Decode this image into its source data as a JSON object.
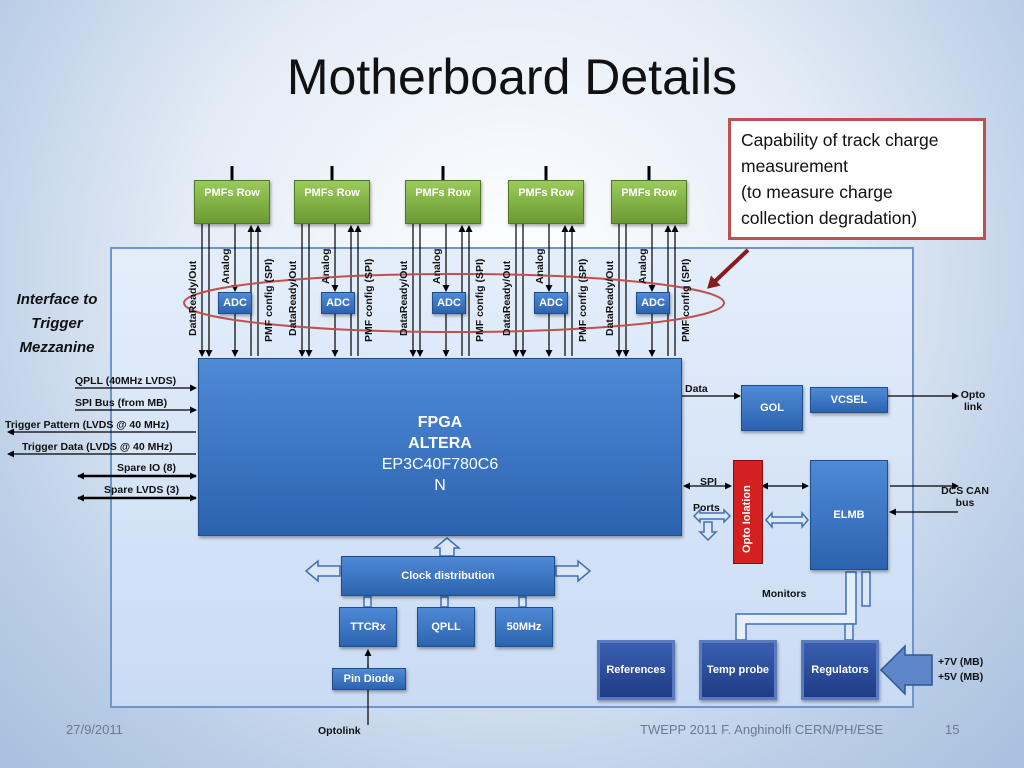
{
  "slide": {
    "title": "Motherboard Details",
    "footer_date": "27/9/2011",
    "footer_center": "TWEPP 2011 F. Anghinolfi CERN/PH/ESE",
    "page_number": "15"
  },
  "callout": {
    "lines": [
      "Capability of track charge",
      "measurement",
      "(to measure charge",
      "collection  degradation)"
    ]
  },
  "interface_label": [
    "Interface to",
    "Trigger",
    "Mezzanine"
  ],
  "pmf_rows": [
    "PMFs Row",
    "PMFs Row",
    "PMFs Row",
    "PMFs Row",
    "PMFs Row"
  ],
  "adc_label": "ADC",
  "signals": {
    "data_ready": "DataReady/Out",
    "analog": "Analog",
    "pmf_config": "PMF config  (SPI)"
  },
  "fpga": {
    "line1": "FPGA",
    "line2": "ALTERA",
    "line3": "EP3C40F780C6",
    "line4": "N"
  },
  "left_signals": [
    "QPLL (40MHz LVDS)",
    "SPI Bus (from MB)",
    "Trigger Pattern (LVDS @ 40 MHz)",
    "Trigger Data (LVDS @ 40 MHz)",
    "Spare IO (8)",
    "Spare LVDS (3)"
  ],
  "blocks": {
    "gol": "GOL",
    "vcsel": "VCSEL",
    "elmb": "ELMB",
    "opto_isolation": "Opto Iolation",
    "clock": "Clock distribution",
    "ttcrx": "TTCRx",
    "qpll": "QPLL",
    "mhz50": "50MHz",
    "pin_diode": "Pin Diode",
    "references": "References",
    "temp_probe": "Temp probe",
    "regulators": "Regulators"
  },
  "labels": {
    "data": "Data",
    "spi": "SPI",
    "ports": "Ports",
    "opto_link_1": "Opto",
    "opto_link_2": "link",
    "dcs_1": "DCS CAN",
    "dcs_2": "bus",
    "monitors": "Monitors",
    "optolink": "Optolink",
    "v7": "+7V (MB)",
    "v5": "+5V (MB)"
  }
}
